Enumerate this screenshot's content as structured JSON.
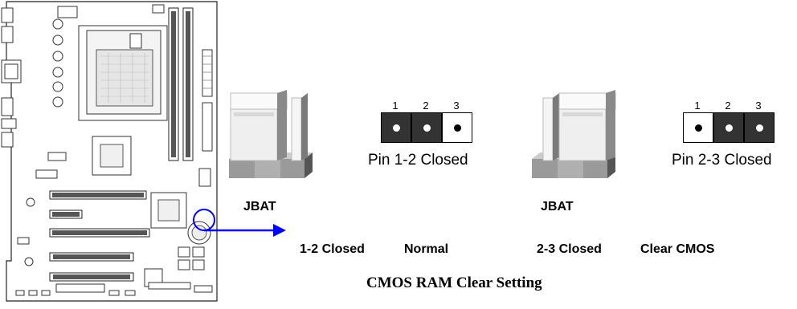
{
  "left_setting": {
    "jumper_label": "JBAT",
    "pin_numbers": [
      "1",
      "2",
      "3"
    ],
    "pin_caption": "Pin  1-2  Closed",
    "setting_caption": "1-2 Closed",
    "mode_caption": "Normal"
  },
  "right_setting": {
    "jumper_label": "JBAT",
    "pin_numbers": [
      "1",
      "2",
      "3"
    ],
    "pin_caption": "Pin  2-3  Closed",
    "setting_caption": "2-3 Closed",
    "mode_caption": "Clear CMOS"
  },
  "figure_caption": "CMOS RAM Clear Setting",
  "colors": {
    "highlight_circle": "#0000ff",
    "pointer_arrow": "#0000ff",
    "closed_pin_fill": "#333333"
  }
}
